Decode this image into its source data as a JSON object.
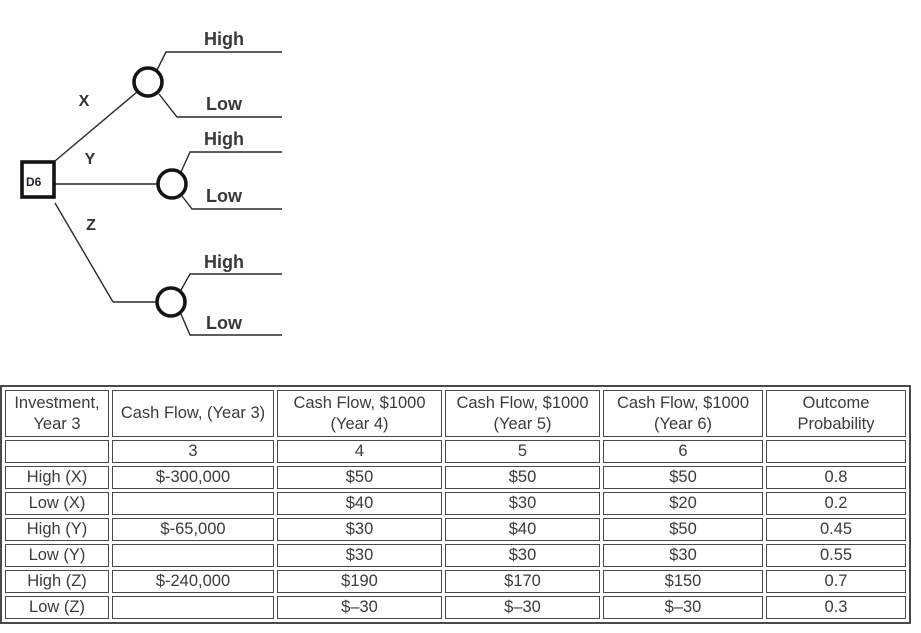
{
  "tree": {
    "decision_node_label": "D6",
    "branches": [
      {
        "label": "X",
        "outcomes": [
          "High",
          "Low"
        ]
      },
      {
        "label": "Y",
        "outcomes": [
          "High",
          "Low"
        ]
      },
      {
        "label": "Z",
        "outcomes": [
          "High",
          "Low"
        ]
      }
    ]
  },
  "table": {
    "headers": [
      "Investment, Year 3",
      "Cash Flow, (Year 3)",
      "Cash Flow, $1000 (Year 4)",
      "Cash Flow, $1000 (Year 5)",
      "Cash Flow, $1000 (Year 6)",
      "Outcome Probability"
    ],
    "year_row": [
      "",
      "3",
      "4",
      "5",
      "6",
      ""
    ],
    "rows": [
      {
        "label": "High (X)",
        "cells": [
          "$-300,000",
          "$50",
          "$50",
          "$50",
          "0.8"
        ]
      },
      {
        "label": "Low (X)",
        "cells": [
          "",
          "$40",
          "$30",
          "$20",
          "0.2"
        ]
      },
      {
        "label": "High (Y)",
        "cells": [
          "$-65,000",
          "$30",
          "$40",
          "$50",
          "0.45"
        ]
      },
      {
        "label": "Low (Y)",
        "cells": [
          "",
          "$30",
          "$30",
          "$30",
          "0.55"
        ]
      },
      {
        "label": "High (Z)",
        "cells": [
          "$-240,000",
          "$190",
          "$170",
          "$150",
          "0.7"
        ]
      },
      {
        "label": "Low (Z)",
        "cells": [
          "",
          "$–30",
          "$–30",
          "$–30",
          "0.3"
        ]
      }
    ]
  }
}
